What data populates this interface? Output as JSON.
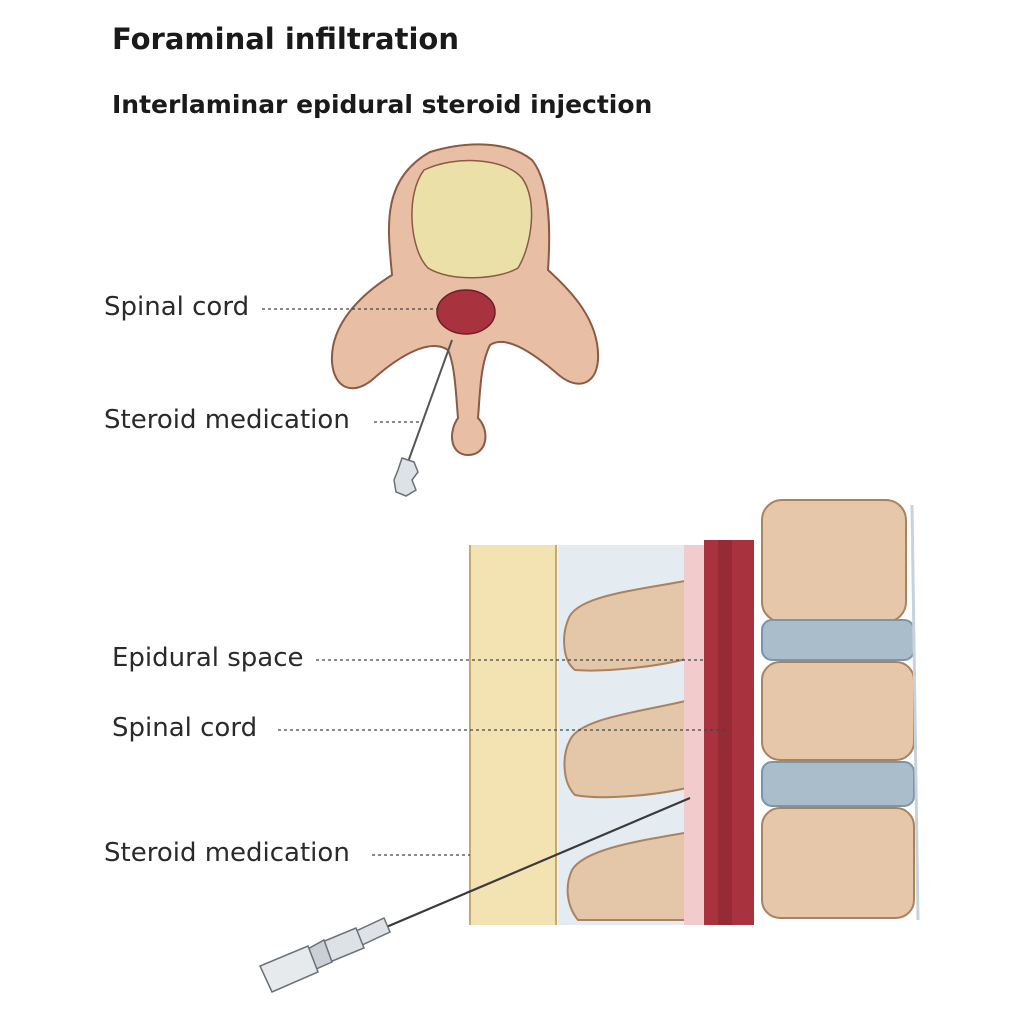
{
  "title": "Foraminal infiltration",
  "subtitle": "Interlaminar epidural steroid injection",
  "top_figure": {
    "labels": {
      "spinal_cord": "Spinal cord",
      "steroid_medication": "Steroid medication"
    }
  },
  "bottom_figure": {
    "labels": {
      "epidural_space": "Epidural space",
      "spinal_cord": "Spinal cord",
      "steroid_medication": "Steroid medication"
    }
  },
  "colors": {
    "bone": "#E8BFA4",
    "bone_outline": "#8A5A45",
    "vertebral_body": "#EBE0A8",
    "spinal_cord": "#A8323E",
    "disc": "#A9BDCB",
    "ligament": "#F3E3B2",
    "epidural": "#F2CCCC"
  }
}
